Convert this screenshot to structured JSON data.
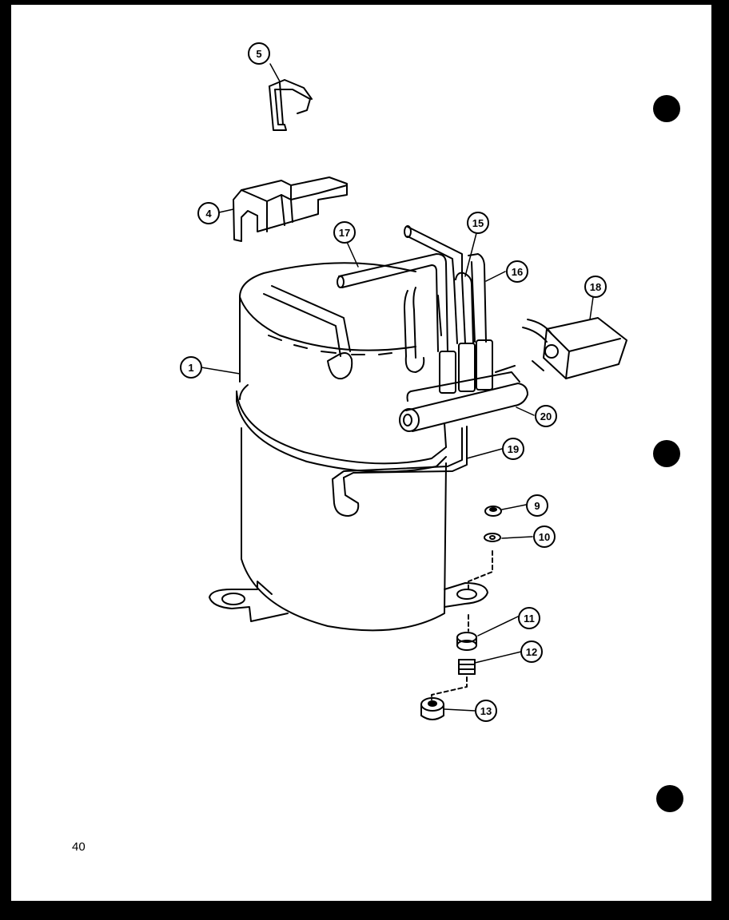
{
  "page": {
    "number": "40"
  },
  "callouts": {
    "c1": "1",
    "c4": "4",
    "c5": "5",
    "c9": "9",
    "c10": "10",
    "c11": "11",
    "c12": "12",
    "c13": "13",
    "c15": "15",
    "c16": "16",
    "c17": "17",
    "c18": "18",
    "c19": "19",
    "c20": "20"
  },
  "colors": {
    "ink": "#000000",
    "paper": "#ffffff"
  }
}
